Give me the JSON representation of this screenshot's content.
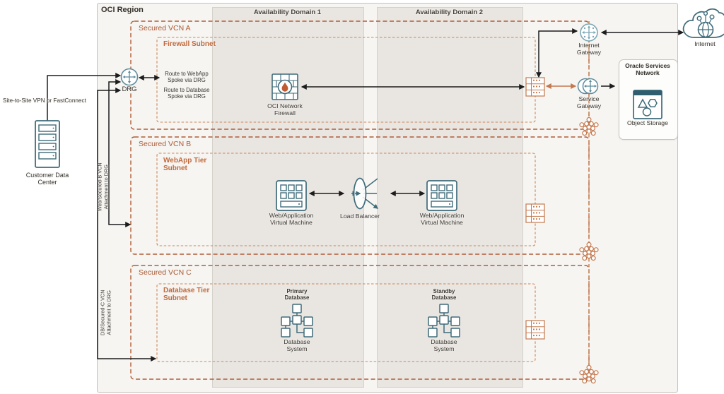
{
  "region": {
    "title": "OCI Region"
  },
  "availability_domains": [
    {
      "label": "Availability Domain 1"
    },
    {
      "label": "Availability Domain 2"
    }
  ],
  "vcns": {
    "a": {
      "label": "Secured VCN A",
      "subnet_label": "Firewall Subnet"
    },
    "b": {
      "label": "Secured VCN B",
      "subnet_label": "WebApp Tier Subnet"
    },
    "c": {
      "label": "Secured VCN C",
      "subnet_label": "Database Tier Subnet"
    }
  },
  "nodes": {
    "drg": "DRG",
    "network_firewall": "OCI Network Firewall",
    "internet_gateway": "Internet Gateway",
    "service_gateway": "Service Gateway",
    "internet": "Internet",
    "oracle_services_network": "Oracle Services Network",
    "object_storage": "Object Storage",
    "web_app_vm": "Web/Application Virtual Machine",
    "load_balancer": "Load Balancer",
    "primary_database": "Primary Database",
    "standby_database": "Standby Database",
    "database_system": "Database System",
    "customer_data_center": "Customer Data Center"
  },
  "annotations": {
    "route_webapp": "Route to WebApp Spoke via DRG",
    "route_database": "Route to Database Spoke via DRG",
    "site_to_site": "Site-to-Site VPN or FastConnect",
    "attachment_b": "Web/Secured-B VCN Attachment to DRG",
    "attachment_c": "DB/Secured-C VCN Attachment to DRG"
  },
  "icons": {
    "drg": "circle-cross-arrows",
    "internet_gateway": "circle-compass-dots",
    "service_gateway": "double-circle-cross-arrows",
    "network_firewall": "brick-wall-flame",
    "load_balancer": "ellipse-fanout-arrows",
    "web_app_vm": "vm-grid-square",
    "database_system": "linked-squares-cluster",
    "object_storage": "triangle-hexagon-circle-box",
    "internet": "cloud-globe",
    "customer_data_center": "server-rack",
    "route_table": "grid-table",
    "service_endpoint": "hex-cluster"
  },
  "colors": {
    "vcn_border": "#b15c36",
    "subnet_border": "#cd8757",
    "service_line": "#c4794e",
    "icon_primary": "#3f6b7a",
    "icon_secondary": "#5d8c9c",
    "region_fill": "#f6f5f2",
    "ad_fill": "#e9e6e2",
    "text": "#3b3731"
  }
}
